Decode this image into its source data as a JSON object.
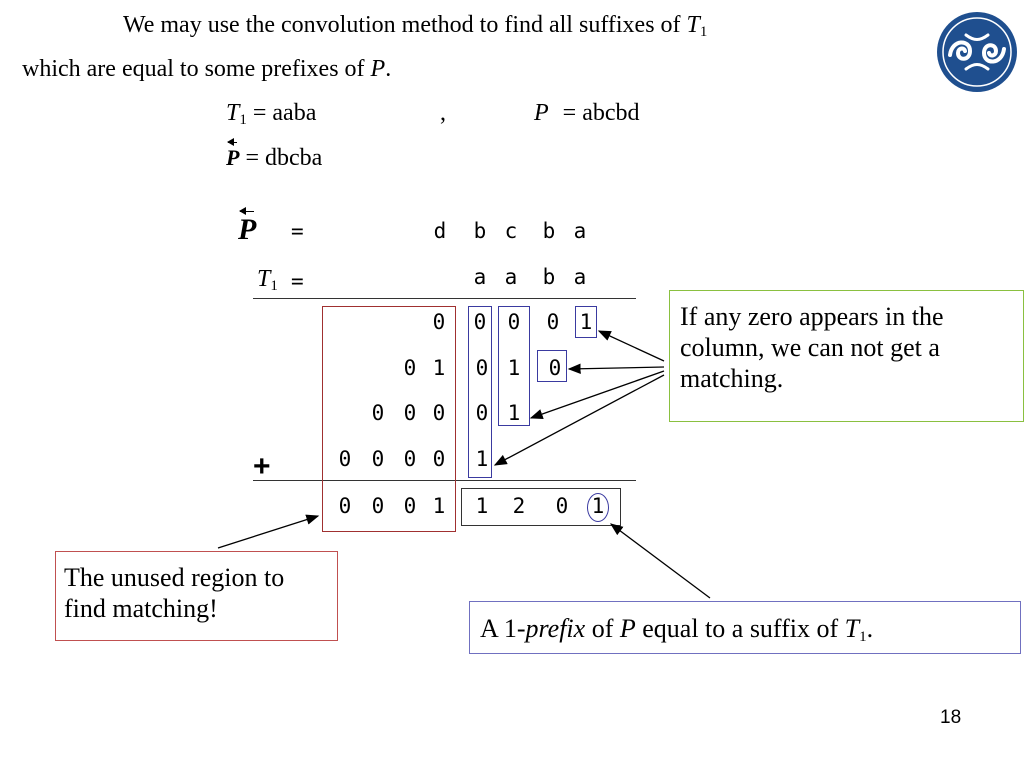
{
  "slide": {
    "title_line1_text": "We may use the convolution method to find all suffixes of ",
    "title_line1_var": "T",
    "title_line1_sub": "1",
    "title_line2_text": "which are equal to some prefixes of ",
    "title_line2_var": "P",
    "title_line2_end": ".",
    "page_number": "18",
    "logo_icon": "institution-logo-icon"
  },
  "defs": {
    "t1_var": "T",
    "t1_sub": "1",
    "t1_value": "= aaba",
    "comma": ",",
    "p_var": "P",
    "p_value": "= abcbd",
    "prev_var": "P",
    "prev_value": "= dbcba"
  },
  "table": {
    "prev_label": "P",
    "eq": "=",
    "prev_chars": [
      "d",
      "b",
      "c",
      "b",
      "a"
    ],
    "t1_label": "T",
    "t1_sub": "1",
    "t1_chars": [
      "a",
      "a",
      "b",
      "a"
    ],
    "rows": [
      [
        "0",
        "0",
        "0",
        "0",
        "1"
      ],
      [
        "0",
        "1",
        "0",
        "1",
        "0"
      ],
      [
        "0",
        "0",
        "0",
        "0",
        "1"
      ],
      [
        "0",
        "0",
        "0",
        "0",
        "1"
      ]
    ],
    "plus": "+",
    "sum": [
      "0",
      "0",
      "0",
      "1",
      "1",
      "2",
      "0",
      "1"
    ]
  },
  "callouts": {
    "zero": "If any zero appears in the column,  we can not get a matching.",
    "unused": "The unused region to find matching!",
    "prefix_a": "A 1-",
    "prefix_b": "prefix",
    "prefix_c": " of ",
    "prefix_d": "P",
    "prefix_e": " equal to a suffix of ",
    "prefix_f": "T",
    "prefix_sub": "1",
    "prefix_g": "."
  },
  "colors": {
    "red_box": "#a03030",
    "blue_box": "#3a3aa0",
    "callout_green": "#8ac040",
    "callout_red": "#c05050",
    "callout_blue": "#7070c0",
    "logo": "#1f4f8f"
  }
}
